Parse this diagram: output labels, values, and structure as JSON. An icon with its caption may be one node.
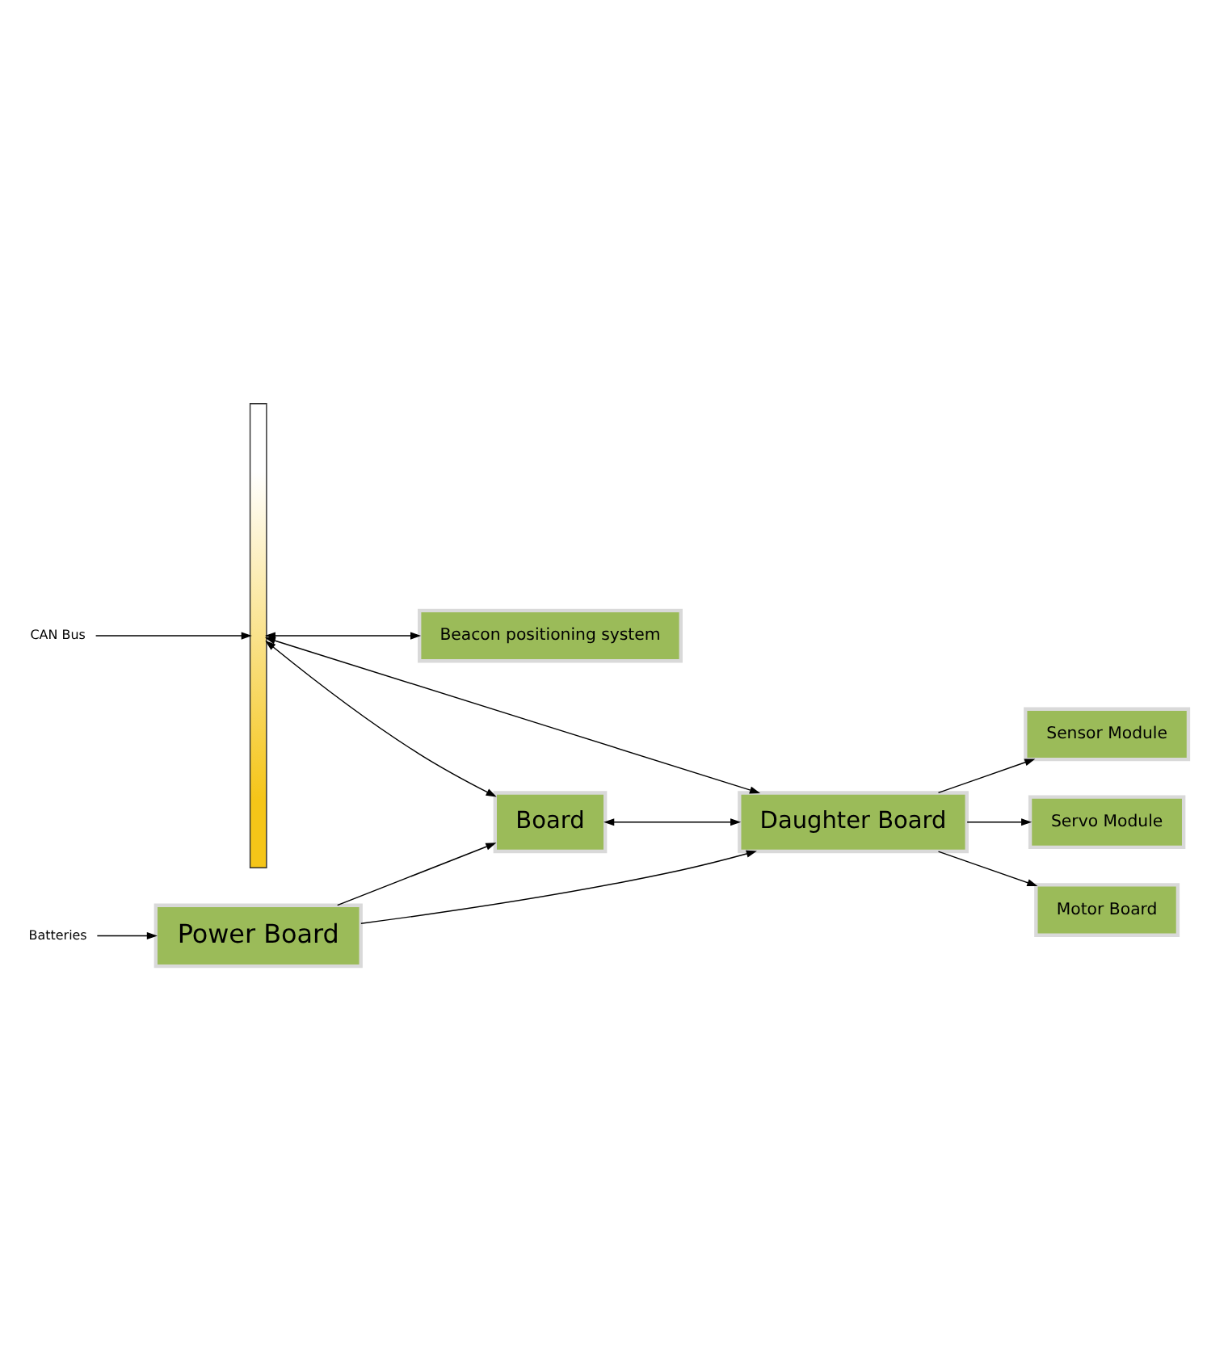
{
  "diagram": {
    "nodes": [
      {
        "text": [
          "CAN Bus"
        ]
      },
      {
        "text": [],
        "shape": "bar"
      },
      {
        "text": [
          "Beacon positioning system"
        ]
      },
      {
        "text": [
          "Batteries"
        ]
      },
      {
        "text": [
          "Board"
        ]
      },
      {
        "text": [
          "Power Board"
        ]
      },
      {
        "text": [
          "Daughter Board"
        ]
      },
      {
        "text": [
          "Sensor Module"
        ]
      },
      {
        "text": [
          "Servo Module"
        ]
      },
      {
        "text": [
          "Motor Board"
        ]
      }
    ],
    "edges": [
      {
        "from": 0,
        "to": 1,
        "arrow": "to"
      },
      {
        "from": 1,
        "to": 2,
        "arrow": "both"
      },
      {
        "from": 1,
        "to": 4,
        "arrow": "both"
      },
      {
        "from": 3,
        "to": 5,
        "arrow": "to"
      },
      {
        "from": 5,
        "to": 4,
        "arrow": "to"
      },
      {
        "from": 5,
        "to": 6,
        "arrow": "to"
      },
      {
        "from": 4,
        "to": 6,
        "arrow": "both"
      },
      {
        "from": 1,
        "to": 6,
        "arrow": "both"
      },
      {
        "from": 6,
        "to": 7,
        "arrow": "to"
      },
      {
        "from": 6,
        "to": 8,
        "arrow": "to"
      },
      {
        "from": 6,
        "to": 9,
        "arrow": "to"
      }
    ]
  }
}
